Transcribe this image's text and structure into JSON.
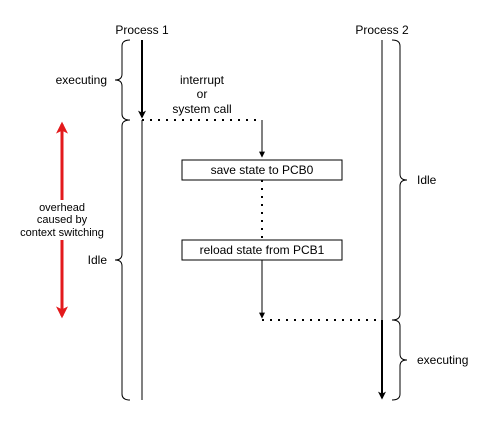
{
  "lanes": {
    "process1": "Process 1",
    "process2": "Process 2"
  },
  "labels": {
    "executing_p1": "executing",
    "idle_p1": "Idle",
    "idle_p2": "Idle",
    "executing_p2": "executing",
    "interrupt_line1": "interrupt",
    "interrupt_line2": "or",
    "interrupt_line3": "system call",
    "overhead_line1": "overhead",
    "overhead_line2": "caused by",
    "overhead_line3": "context switching"
  },
  "boxes": {
    "save": "save state to PCB0",
    "reload": "reload state from PCB1"
  },
  "colors": {
    "ink": "#000000",
    "overhead_arrow": "#e31a1c",
    "box_fill": "#ffffff"
  }
}
